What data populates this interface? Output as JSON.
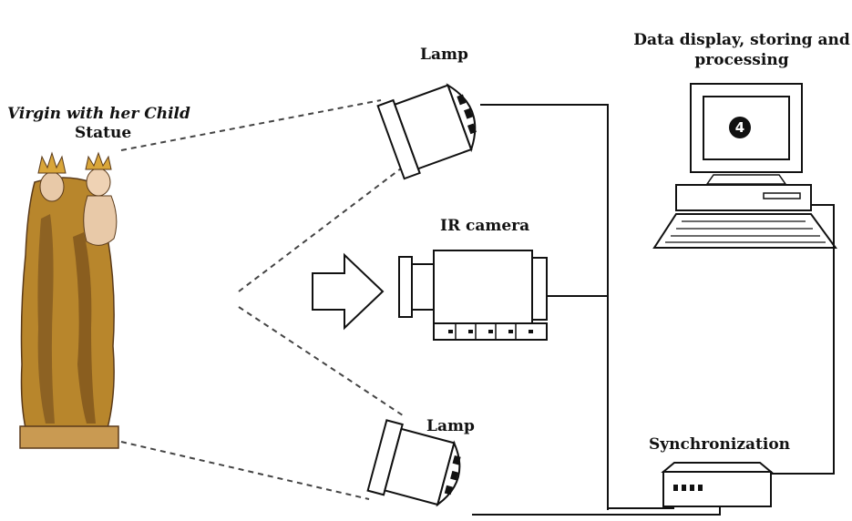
{
  "labels": {
    "statue_title": "Virgin with her Child",
    "statue_word": "Statue",
    "lamp_top": "Lamp",
    "ir_camera": "IR camera",
    "lamp_bottom": "Lamp",
    "data_display_line1": "Data display, storing and",
    "data_display_line2": "processing",
    "synchronization": "Synchronization",
    "screen_number": "4"
  },
  "colors": {
    "line": "#111111",
    "dashed": "#444444",
    "fill": "#ffffff",
    "statue_gold": "#b8862c",
    "statue_dark": "#5a3a1a",
    "statue_skin": "#e8c9a8"
  }
}
